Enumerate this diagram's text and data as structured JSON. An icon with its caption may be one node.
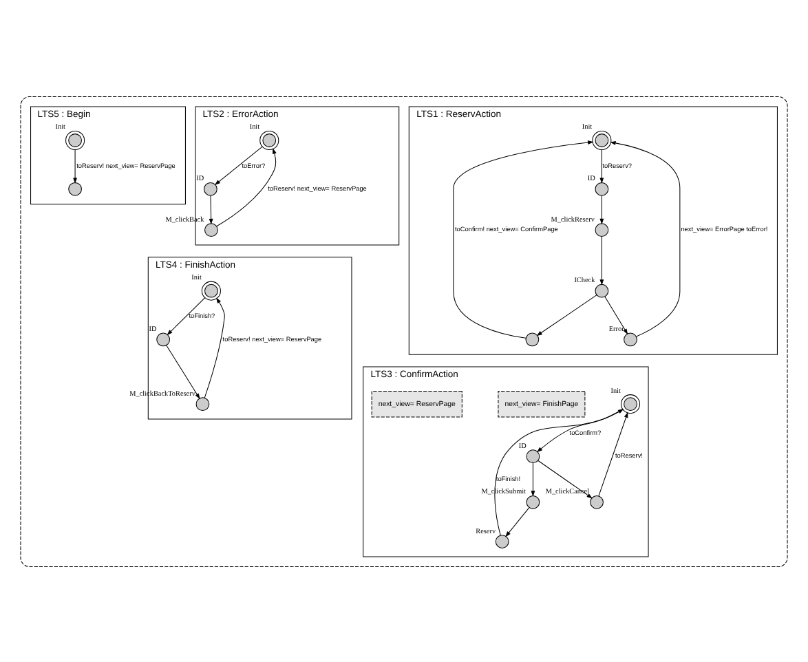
{
  "diagram": {
    "nodes": [
      {
        "text": [],
        "shape": "box"
      },
      {
        "text": [
          "LTS1 : ReservAction"
        ],
        "in": 0
      },
      {
        "text": [],
        "shape": "circle",
        "beside": [
          "Init"
        ],
        "in": 1
      },
      {
        "text": [],
        "shape": "circle",
        "beside": [
          "ID"
        ],
        "in": 1
      },
      {
        "text": [],
        "shape": "circle",
        "beside": [
          "M_clickReserv"
        ],
        "in": 1
      },
      {
        "text": [],
        "shape": "circle",
        "beside": [
          "ICheck"
        ],
        "in": 1
      },
      {
        "text": [],
        "shape": "circle",
        "in": 1
      },
      {
        "text": [],
        "shape": "circle",
        "beside": [
          "Error"
        ],
        "in": 1
      },
      {
        "text": [
          "LTS2 : ErrorAction"
        ],
        "in": 0
      },
      {
        "text": [],
        "shape": "circle",
        "beside": [
          "Init"
        ],
        "in": 8
      },
      {
        "text": [],
        "shape": "circle",
        "beside": [
          "ID"
        ],
        "in": 8
      },
      {
        "text": [],
        "shape": "circle",
        "beside": [
          "M_clickBack"
        ],
        "in": 8
      },
      {
        "text": [
          "LTS5 : Begin"
        ],
        "in": 0
      },
      {
        "text": [],
        "shape": "circle",
        "beside": [
          "Init"
        ],
        "in": 12
      },
      {
        "text": [],
        "shape": "circle",
        "in": 12
      },
      {
        "text": [
          "LTS3 : ConfirmAction"
        ],
        "in": 0
      },
      {
        "text": [],
        "shape": "circle",
        "beside": [
          "Init"
        ],
        "in": 15
      },
      {
        "text": [],
        "shape": "circle",
        "beside": [
          "ID"
        ],
        "in": 15
      },
      {
        "text": [],
        "shape": "circle",
        "beside": [
          "Reserv"
        ],
        "in": 15
      },
      {
        "text": [],
        "shape": "circle",
        "beside": [
          "M_clickSubmit"
        ],
        "in": 15
      },
      {
        "text": [],
        "shape": "circle",
        "beside": [
          "M_clickCancel"
        ],
        "in": 15
      },
      {
        "text": [
          "next_view= FinishPage"
        ],
        "in": 15
      },
      {
        "text": [
          "next_view= ReservPage"
        ],
        "in": 15
      },
      {
        "text": [
          "LTS4 : FinishAction"
        ],
        "in": 0
      },
      {
        "text": [],
        "shape": "circle",
        "beside": [
          "Init"
        ],
        "in": 23
      },
      {
        "text": [],
        "shape": "circle",
        "beside": [
          "ID"
        ],
        "in": 23
      },
      {
        "text": [],
        "shape": "circle",
        "beside": [
          "M_clickBackToReserv"
        ],
        "in": 23
      }
    ],
    "edges": [
      {
        "from": 2,
        "to": 3,
        "arrow": "to",
        "label": "toReserv?"
      },
      {
        "from": 3,
        "to": 4,
        "arrow": "to"
      },
      {
        "from": 4,
        "to": 5,
        "arrow": "to"
      },
      {
        "from": 5,
        "to": 6,
        "arrow": "to"
      },
      {
        "from": 5,
        "to": 7,
        "arrow": "to"
      },
      {
        "from": 6,
        "to": 2,
        "arrow": "to",
        "label": "toConfirm! next_view= ConfirmPage"
      },
      {
        "from": 7,
        "to": 2,
        "arrow": "to",
        "label": "next_view= ErrorPage toError!"
      },
      {
        "from": 9,
        "to": 10,
        "arrow": "to",
        "label": "toError?"
      },
      {
        "from": 10,
        "to": 11,
        "arrow": "to"
      },
      {
        "from": 11,
        "to": 9,
        "arrow": "to",
        "label": "toReserv! next_view= ReservPage"
      },
      {
        "from": 13,
        "to": 14,
        "arrow": "to",
        "label": "toReserv! next_view= ReservPage"
      },
      {
        "from": 16,
        "to": 17,
        "arrow": "to",
        "label": "toConfirm?"
      },
      {
        "from": 17,
        "to": 19,
        "arrow": "to"
      },
      {
        "from": 17,
        "to": 20,
        "arrow": "to"
      },
      {
        "from": 19,
        "to": 18,
        "arrow": "to"
      },
      {
        "from": 18,
        "to": 16,
        "arrow": "to",
        "label": "toFinish!"
      },
      {
        "from": 20,
        "to": 16,
        "arrow": "to",
        "label": "toReserv!"
      },
      {
        "from": 24,
        "to": 25,
        "arrow": "to",
        "label": "toFinish?"
      },
      {
        "from": 25,
        "to": 26,
        "arrow": "to"
      },
      {
        "from": 26,
        "to": 24,
        "arrow": "to",
        "label": "toReserv! next_view= ReservPage"
      }
    ]
  }
}
